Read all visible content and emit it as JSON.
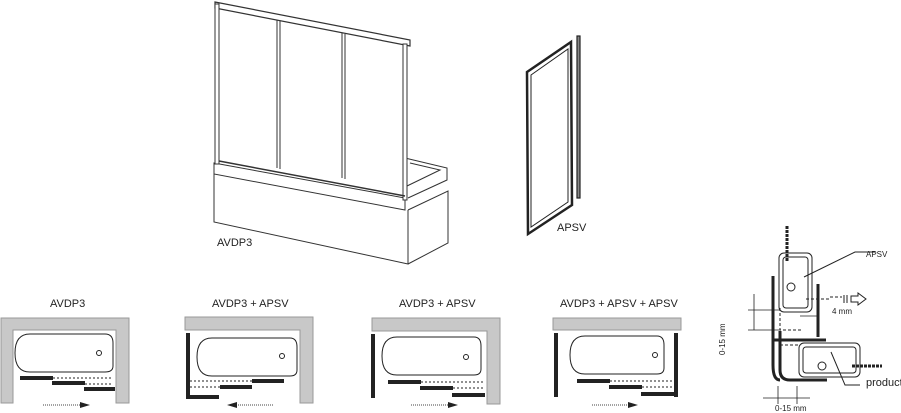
{
  "labels": {
    "main_unit": "AVDP3",
    "side_panel": "APSV",
    "config1": "AVDP3",
    "config2": "AVDP3 + APSV",
    "config3": "AVDP3 + APSV",
    "config4": "AVDP3 + APSV + APSV"
  },
  "detail": {
    "apsv_label": "APSV",
    "gap_label": "4 mm",
    "range_vertical": "0-15 mm",
    "range_horizontal": "0-15 mm",
    "product_label": "product"
  },
  "colors": {
    "wall": "#c8c8c8",
    "line": "#222222"
  }
}
